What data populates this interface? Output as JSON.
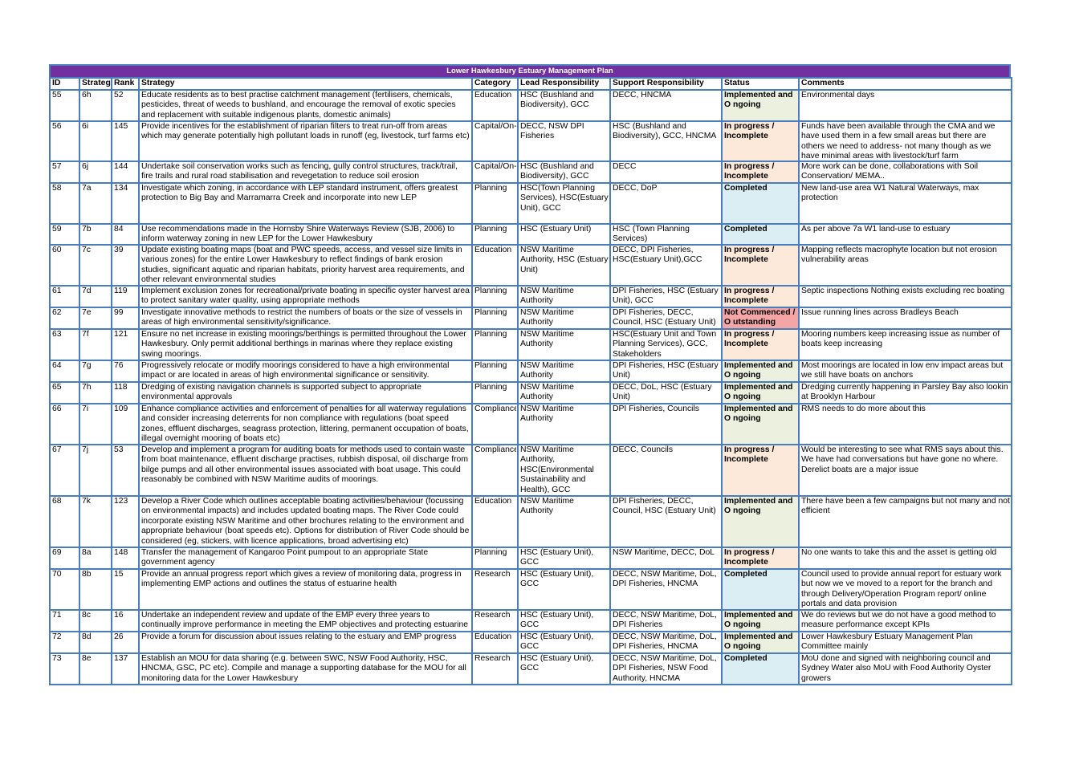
{
  "title": "Lower Hawkesbury Estuary Management Plan",
  "headers": [
    "ID",
    "Strategy",
    "Rank",
    "Strategy",
    "Category",
    "Lead Responsibility",
    "Support Responsibility",
    "Status",
    "Comments"
  ],
  "rows": [
    {
      "id": "55",
      "strategy_code": "6h",
      "rank": "52",
      "strategy": "Educate residents as to best practise catchment management (fertilisers, chemicals, pesticides,  threat of weeds to bushland, and encourage the removal of exotic species and replacement with suitable indigenous plants, domestic animals)",
      "category": "Education",
      "lead": "HSC (Bushland and Biodiversity), GCC",
      "support": "DECC, HNCMA",
      "status": "Implemented and O ngoing",
      "status_class": "impl",
      "comments": "Environmental days"
    },
    {
      "id": "56",
      "strategy_code": "6i",
      "rank": "145",
      "strategy": "Provide incentives for the establishment of riparian filters to treat run-off from areas which may generate potentially high pollutant loads in runoff (eg, livestock, turf farms etc)",
      "category": "Capital/On-going",
      "lead": "DECC, NSW DPI Fisheries",
      "support": "HSC (Bushland and Biodiversity), GCC, HNCMA",
      "status": "In progress / Incomplete",
      "status_class": "prog",
      "comments": "Funds have been available through the CMA and we have used them in a few small areas but there are others we need to address- not many though as we have minimal areas with livestock/turf farm"
    },
    {
      "id": "57",
      "strategy_code": "6j",
      "rank": "144",
      "strategy": "Undertake soil conservation works such as fencing, gully control structures, track/trail, fire trails and rural road stabilisation and revegetation to reduce soil erosion",
      "category": "Capital/On-going",
      "lead": "HSC (Bushland and Biodiversity), GCC",
      "support": "DECC",
      "status": "In progress / Incomplete",
      "status_class": "prog",
      "comments": "More work can be done, collaborations with Soil Conservation/ MEMA.."
    },
    {
      "id": "58",
      "strategy_code": "7a",
      "rank": "134",
      "strategy": "Investigate which zoning, in accordance with LEP standard instrument, offers greatest protection to Big Bay and Marramarra Creek and incorporate into new LEP",
      "category": "Planning",
      "lead": "HSC(Town Planning Services),  HSC(Estuary Unit), GCC",
      "support": "DECC, DoP",
      "status": "Completed",
      "status_class": "comp",
      "comments": "New land-use area W1 Natural Waterways, max protection"
    },
    {
      "id": "59",
      "strategy_code": "7b",
      "rank": "84",
      "strategy": "Use recommendations made in the Hornsby Shire Waterways Review (SJB, 2006) to inform waterway zoning in new LEP for the Lower Hawkesbury",
      "category": "Planning",
      "lead": "HSC (Estuary Unit)",
      "support": "HSC (Town Planning Services)",
      "status": "Completed",
      "status_class": "comp",
      "comments": "As per above 7a     W1 land-use to estuary"
    },
    {
      "id": "60",
      "strategy_code": "7c",
      "rank": "39",
      "strategy": "Update existing boating maps (boat and PWC speeds, access, and vessel size limits in various zones) for the entire Lower Hawkesbury to reflect findings of bank erosion studies, significant aquatic and riparian habitats, priority harvest area requirements, and other relevant environmental studies",
      "category": "Education",
      "lead": "NSW Maritime Authority, HSC (Estuary Unit)",
      "support": "DECC, DPI Fisheries, HSC(Estuary Unit),GCC",
      "status": "In progress / Incomplete",
      "status_class": "prog",
      "comments": "Mapping reflects macrophyte location but not erosion vulnerability areas"
    },
    {
      "id": "61",
      "strategy_code": "7d",
      "rank": "119",
      "strategy": "Implement exclusion zones for recreational/private boating in specific oyster harvest area to protect sanitary water quality, using appropriate methods",
      "category": "Planning",
      "lead": "NSW Maritime Authority",
      "support": "DPI Fisheries, HSC (Estuary Unit), GCC",
      "status": "In progress / Incomplete",
      "status_class": "prog",
      "comments": "Septic inspections     Nothing exists excluding rec boating"
    },
    {
      "id": "62",
      "strategy_code": "7e",
      "rank": "99",
      "strategy": "Investigate innovative methods to restrict the numbers of boats or the size of vessels in areas of high environmental sensitivity/significance.",
      "category": "Planning",
      "lead": "NSW Maritime Authority",
      "support": "DPI Fisheries, DECC, Council, HSC (Estuary Unit)",
      "status": "Not Commenced / O utstanding",
      "status_class": "not",
      "comments": "Issue running lines across Bradleys Beach"
    },
    {
      "id": "63",
      "strategy_code": "7f",
      "rank": "121",
      "strategy": "Ensure no net increase in existing moorings/berthings is permitted throughout the Lower Hawkesbury. Only permit additional berthings in marinas where they replace existing swing moorings.",
      "category": "Planning",
      "lead": "NSW Maritime Authority",
      "support": "HSC(Estuary Unit and Town Planning Services), GCC, Stakeholders",
      "status": "In progress / Incomplete",
      "status_class": "prog",
      "comments": "Mooring numbers keep increasing     issue as number of boats keep increasing"
    },
    {
      "id": "64",
      "strategy_code": "7g",
      "rank": "76",
      "strategy": "Progressively relocate or modify moorings considered to have a high environmental impact or are located in areas of high environmental significance or sensitivity.",
      "category": "Planning",
      "lead": "NSW Maritime Authority",
      "support": "DPI Fisheries, HSC (Estuary Unit)",
      "status": "Implemented and O ngoing",
      "status_class": "impl",
      "comments": "Most moorings are located in low env impact areas but we still have boats on anchors"
    },
    {
      "id": "65",
      "strategy_code": "7h",
      "rank": "118",
      "strategy": "Dredging of existing navigation channels is supported subject to appropriate environmental approvals",
      "category": "Planning",
      "lead": "NSW Maritime Authority",
      "support": "DECC, DoL, HSC (Estuary Unit)",
      "status": "Implemented and O ngoing",
      "status_class": "impl",
      "comments": "Dredging currently happening in Parsley Bay     also lookin at Brooklyn Harbour"
    },
    {
      "id": "66",
      "strategy_code": "7i",
      "rank": "109",
      "strategy": "Enhance compliance activities and enforcement of penalties for all waterway regulations and consider increasing deterrents for non compliance with regulations (boat speed zones, effluent discharges, seagrass protection, littering, permanent occupation of boats, illegal overnight mooring of boats etc)",
      "category": "Compliance",
      "lead": "NSW Maritime Authority",
      "support": "DPI Fisheries, Councils",
      "status": "Implemented and O ngoing",
      "status_class": "impl",
      "comments": "RMS needs to do more about this"
    },
    {
      "id": "67",
      "strategy_code": "7j",
      "rank": "53",
      "strategy": "Develop and implement a program for auditing boats for methods used to contain waste from boat maintenance, effluent discharge practises, rubbish disposal, oil discharge from bilge pumps and all other environmental issues associated with boat usage. This could reasonably be combined with NSW Maritime audits of moorings.",
      "category": "Compliance",
      "lead": "NSW Maritime Authority, HSC(Environmental Sustainability and Health), GCC",
      "support": "DECC, Councils",
      "status": "In progress / Incomplete",
      "status_class": "prog",
      "comments": "Would be interesting to see what RMS says about this. We have had conversations but have gone no where. Derelict boats are a major issue"
    },
    {
      "id": "68",
      "strategy_code": "7k",
      "rank": "123",
      "strategy": "Develop a     River Code     which outlines acceptable boating activities/behaviour (focussing on environmental impacts) and includes updated boating maps. The     River Code     could incorporate existing NSW Maritime and other brochures relating to the environment and appropriate behaviour (boat speeds etc). Options for distribution of     River Code     should be considered (eg, stickers, with licence applications, broad advertising etc)",
      "category": "Education",
      "lead": "NSW Maritime Authority",
      "support": "DPI Fisheries, DECC, Council, HSC (Estuary Unit)",
      "status": "Implemented and O ngoing",
      "status_class": "impl",
      "comments": "There have been a few campaigns but not many and not efficient"
    },
    {
      "id": "69",
      "strategy_code": "8a",
      "rank": "148",
      "strategy": "Transfer the management of Kangaroo Point pumpout to an appropriate State government agency",
      "category": "Planning",
      "lead": "HSC (Estuary Unit), GCC",
      "support": "NSW Maritime, DECC, DoL",
      "status": "In progress / Incomplete",
      "status_class": "prog",
      "comments": "No one wants to take this and the asset is getting old"
    },
    {
      "id": "70",
      "strategy_code": "8b",
      "rank": "15",
      "strategy": "Provide an annual progress report which gives a review of monitoring data, progress in implementing EMP actions and outlines the status of estuarine health",
      "category": "Research",
      "lead": "HSC (Estuary Unit), GCC",
      "support": "DECC, NSW Maritime, DoL, DPI Fisheries, HNCMA",
      "status": "Completed",
      "status_class": "comp",
      "comments": "Council used to provide annual report for estuary work but now we     ve moved to a report for the branch and through Delivery/Operation Program report/ online portals and data provision"
    },
    {
      "id": "71",
      "strategy_code": "8c",
      "rank": "16",
      "strategy": "Undertake an independent review and update of the EMP every three years to continually improve performance in meeting the EMP objectives and protecting estuarine health",
      "category": "Research",
      "lead": "HSC (Estuary Unit), GCC",
      "support": "DECC, NSW Maritime, DoL, DPI Fisheries",
      "status": "Implemented and O ngoing",
      "status_class": "impl",
      "comments": "We do reviews but we do not have a good method to measure performance except KPIs"
    },
    {
      "id": "72",
      "strategy_code": "8d",
      "rank": "26",
      "strategy": "Provide a forum for discussion about issues relating to the estuary and EMP progress",
      "category": "Education",
      "lead": "HSC (Estuary Unit), GCC",
      "support": "DECC, NSW Maritime, DoL, DPI Fisheries, HNCMA",
      "status": "Implemented and O ngoing",
      "status_class": "impl",
      "comments": "Lower Hawkesbury Estuary Management Plan Committee mainly"
    },
    {
      "id": "73",
      "strategy_code": "8e",
      "rank": "137",
      "strategy": "Establish an MOU for data sharing (e.g. between SWC, NSW Food Authority, HSC, HNCMA, GSC, PC etc). Compile and manage a supporting database for the MOU for all monitoring data for the Lower Hawkesbury",
      "category": "Research",
      "lead": "HSC (Estuary Unit), GCC",
      "support": "DECC, NSW Maritime, DoL, DPI Fisheries, NSW Food Authority, HNCMA",
      "status": "Completed",
      "status_class": "comp",
      "comments": "MoU done and signed with neighboring council and Sydney Water     also MoU with Food Authority     Oyster growers"
    }
  ]
}
